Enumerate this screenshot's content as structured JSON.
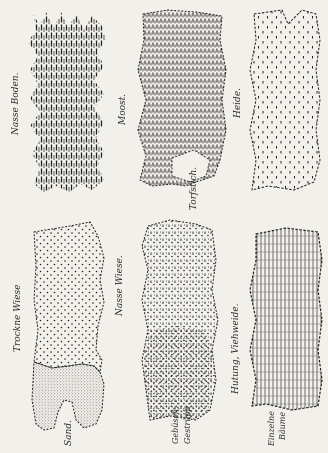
{
  "labels": {
    "nasse_boden": "Nasse Boden.",
    "moost": "Moost.",
    "torfstich": "Torfstich.",
    "heide": "Heide.",
    "trockne_wiese": "Trockne Wiese",
    "sand": "Sand.",
    "nasse_wiese": "Nasse Wiese.",
    "gebusch": "Gebüsch.",
    "gestrupp": "Gestrüpp",
    "hutung": "Hutung, Viehweide.",
    "einzelne": "Einzelne",
    "baume": "Bäume"
  },
  "colors": {
    "paper": "#f2f0ea",
    "ink": "#2b2b2b"
  }
}
